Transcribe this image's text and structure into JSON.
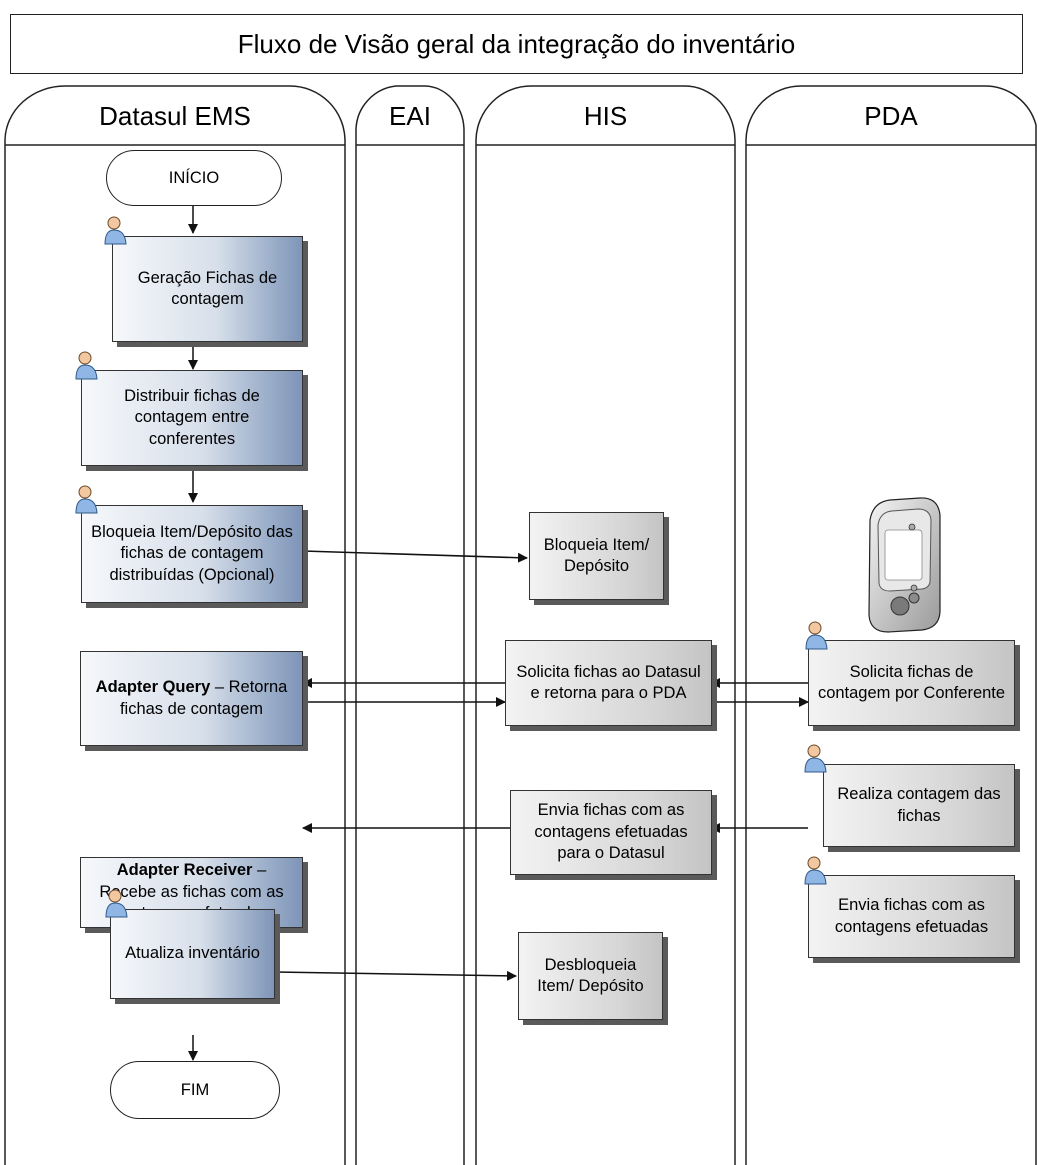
{
  "title": "Fluxo de Visão geral da integração do inventário",
  "lanes": [
    "Datasul EMS",
    "EAI",
    "HIS",
    "PDA"
  ],
  "terminals": {
    "start": "INÍCIO",
    "end": "FIM"
  },
  "ems": {
    "geracao": "Geração Fichas de contagem",
    "distribuir": "Distribuir fichas de contagem entre conferentes",
    "bloqueia": "Bloqueia Item/Depósito das fichas de contagem distribuídas (Opcional)",
    "adapter_query_bold": "Adapter Query",
    "adapter_query_rest": " – Retorna fichas de contagem",
    "adapter_receiver_bold": "Adapter Receiver",
    "adapter_receiver_rest": " – Recebe as fichas com as contagens efetuadas",
    "atualiza": "Atualiza inventário"
  },
  "his": {
    "bloqueia": "Bloqueia Item/ Depósito",
    "solicita": "Solicita fichas ao Datasul e retorna para o PDA",
    "envia": "Envia fichas com as contagens efetuadas para o Datasul",
    "desbloqueia": "Desbloqueia Item/ Depósito"
  },
  "pda": {
    "solicita": "Solicita fichas de contagem por Conferente",
    "realiza": "Realiza contagem das fichas",
    "envia": "Envia fichas com as contagens efetuadas"
  },
  "icons": {
    "person": "person-icon",
    "device": "pda-device-icon"
  },
  "colors": {
    "box_blue_end": "#7f95b8",
    "box_gray": "#d6d6d6",
    "line": "#222222"
  }
}
